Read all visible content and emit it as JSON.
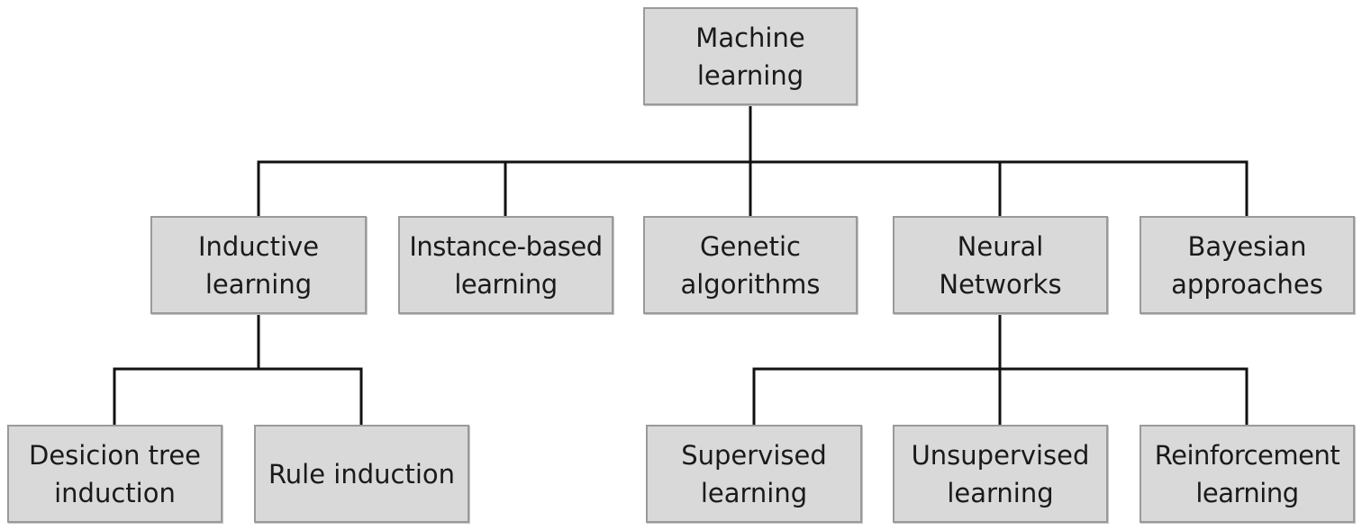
{
  "nodes": {
    "root": "Machine\nlearning",
    "inductive": "Inductive\nlearning",
    "instance": "Instance-based\nlearning",
    "genetic": "Genetic\nalgorithms",
    "neural": "Neural\nNetworks",
    "bayesian": "Bayesian\napproaches",
    "decision": "Desicion tree\ninduction",
    "rule": "Rule induction",
    "supervised": "Supervised\nlearning",
    "unsupervised": "Unsupervised\nlearning",
    "reinforcement": "Reinforcement\nlearning"
  },
  "colors": {
    "node_fill": "#d9d9d9",
    "node_border": "#9a9a9a",
    "connector": "#111111"
  }
}
